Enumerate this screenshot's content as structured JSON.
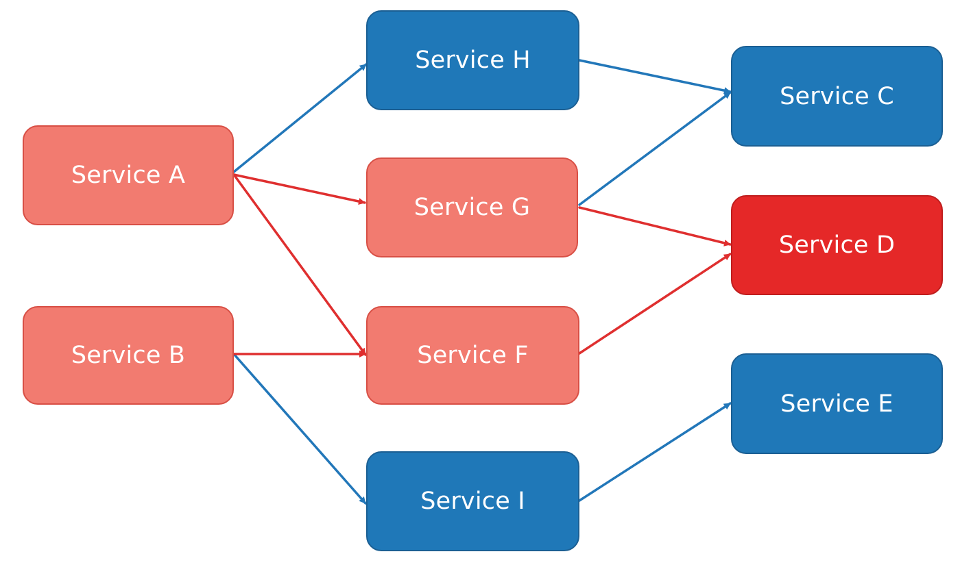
{
  "colors": {
    "healthy_fill": "#1f78b8",
    "healthy_border": "#1b5f93",
    "affected_fill": "#f27b70",
    "affected_border": "#d84f45",
    "failed_fill": "#e52828",
    "failed_border": "#bf1e1e",
    "healthy_edge": "#2277b9",
    "affected_edge": "#df2f2f"
  },
  "nodes": [
    {
      "id": "a",
      "label": "Service A",
      "status": "affected"
    },
    {
      "id": "b",
      "label": "Service B",
      "status": "affected"
    },
    {
      "id": "h",
      "label": "Service H",
      "status": "healthy"
    },
    {
      "id": "g",
      "label": "Service G",
      "status": "affected"
    },
    {
      "id": "f",
      "label": "Service F",
      "status": "affected"
    },
    {
      "id": "i",
      "label": "Service I",
      "status": "healthy"
    },
    {
      "id": "c",
      "label": "Service C",
      "status": "healthy"
    },
    {
      "id": "d",
      "label": "Service D",
      "status": "failed"
    },
    {
      "id": "e",
      "label": "Service E",
      "status": "healthy"
    }
  ],
  "edges": [
    {
      "from": "a",
      "to": "h",
      "status": "healthy"
    },
    {
      "from": "a",
      "to": "g",
      "status": "affected"
    },
    {
      "from": "a",
      "to": "f",
      "status": "affected"
    },
    {
      "from": "b",
      "to": "f",
      "status": "affected"
    },
    {
      "from": "b",
      "to": "i",
      "status": "healthy"
    },
    {
      "from": "h",
      "to": "c",
      "status": "healthy"
    },
    {
      "from": "g",
      "to": "c",
      "status": "healthy"
    },
    {
      "from": "g",
      "to": "d",
      "status": "affected"
    },
    {
      "from": "f",
      "to": "d",
      "status": "affected"
    },
    {
      "from": "i",
      "to": "e",
      "status": "healthy"
    }
  ]
}
